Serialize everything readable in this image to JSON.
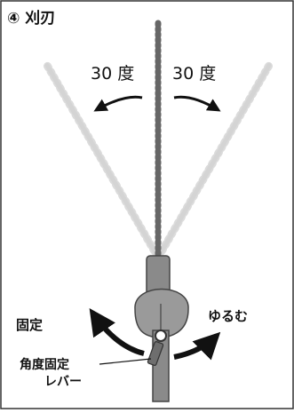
{
  "title": "④ 刈刃",
  "angle_left_label": "30 度",
  "angle_right_label": "30 度",
  "fix_label": "固定",
  "loosen_label": "ゆるむ",
  "lever_label_line1": "角度固定",
  "lever_label_line2": "レバー",
  "colors": {
    "border": "#333333",
    "blade_dark": "#555555",
    "blade_light": "#b8b8b8",
    "housing": "#8a8a8a",
    "housing_dark": "#6e6e6e",
    "arrow": "#111111"
  }
}
